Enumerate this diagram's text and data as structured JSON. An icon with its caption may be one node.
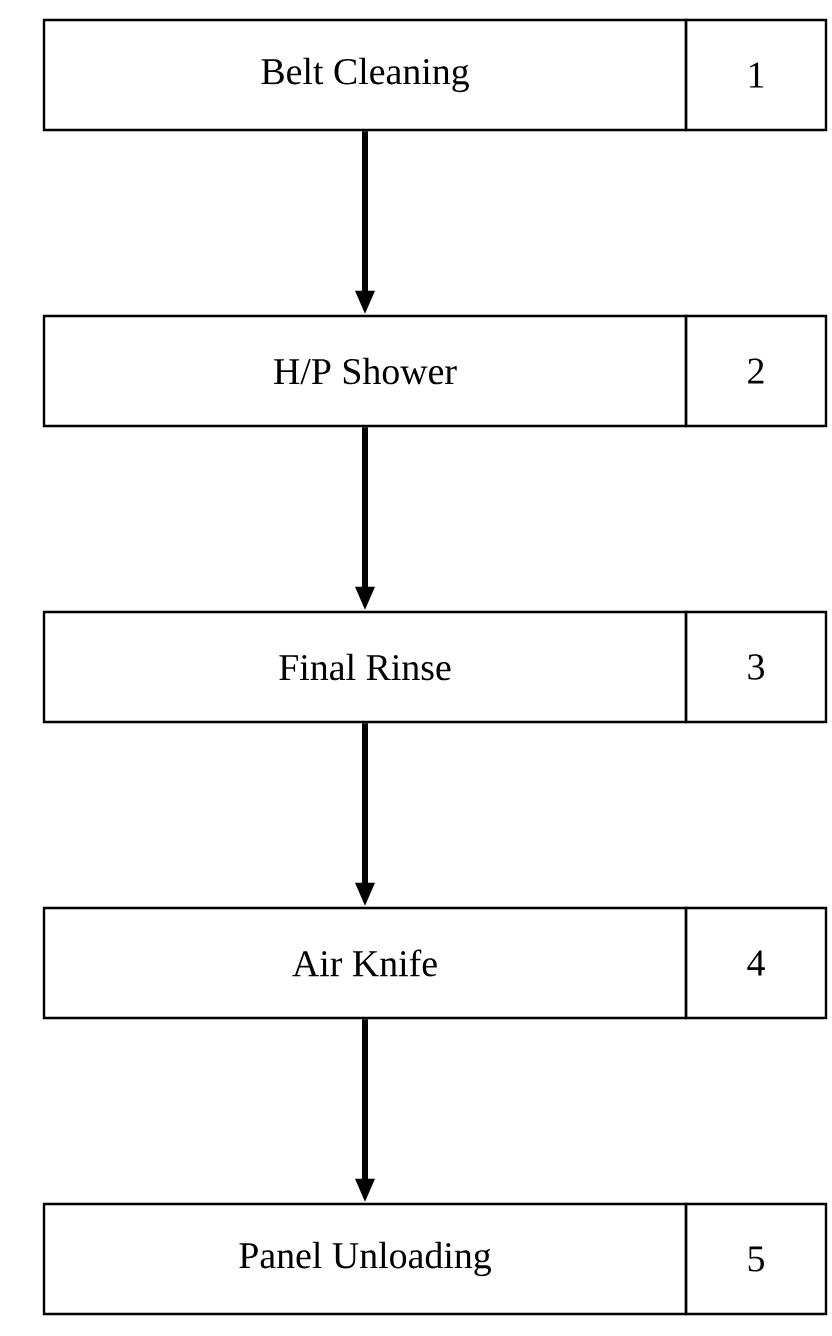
{
  "diagram": {
    "nodes": [
      {
        "text": [
          "Belt Cleaning"
        ]
      },
      {
        "text": [
          "1"
        ]
      },
      {
        "text": [
          "H/P Shower"
        ]
      },
      {
        "text": [
          "2"
        ]
      },
      {
        "text": [
          "Final Rinse"
        ]
      },
      {
        "text": [
          "3"
        ]
      },
      {
        "text": [
          "Air Knife"
        ]
      },
      {
        "text": [
          "4"
        ]
      },
      {
        "text": [
          "Panel Unloading"
        ]
      },
      {
        "text": [
          "5"
        ]
      }
    ],
    "edges": [
      {
        "from": 0,
        "to": 2,
        "arrow": "to"
      },
      {
        "from": 2,
        "to": 4,
        "arrow": "to"
      },
      {
        "from": 4,
        "to": 6,
        "arrow": "to"
      },
      {
        "from": 6,
        "to": 8,
        "arrow": "to"
      }
    ]
  }
}
